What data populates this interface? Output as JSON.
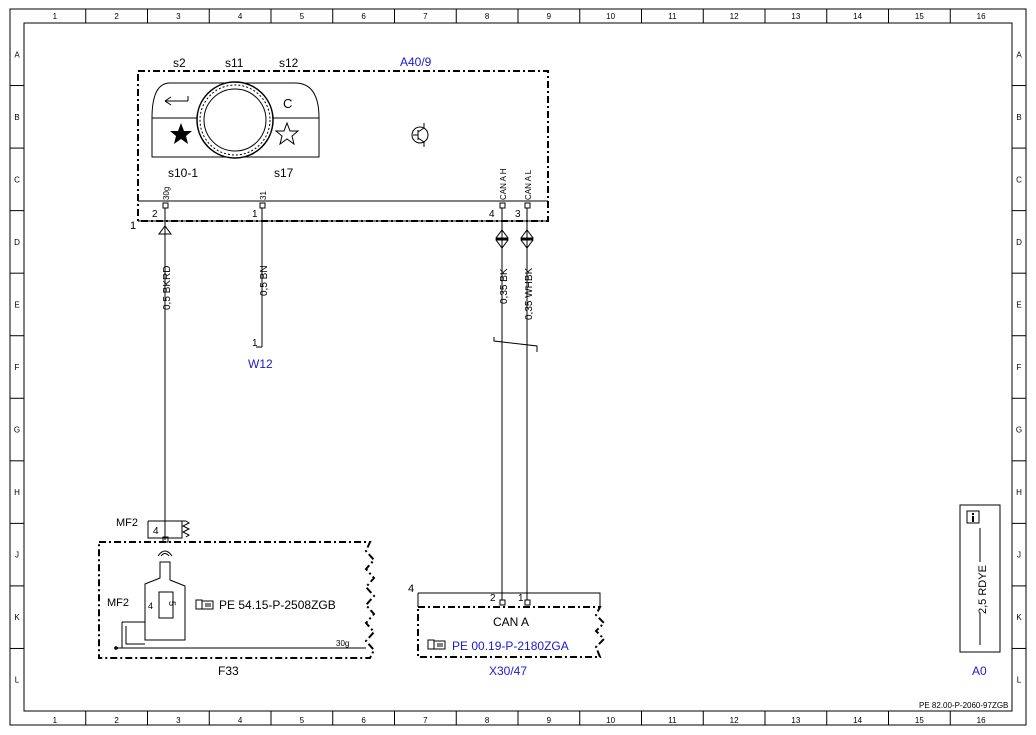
{
  "grid": {
    "columns": [
      "1",
      "2",
      "3",
      "4",
      "5",
      "6",
      "7",
      "8",
      "9",
      "10",
      "11",
      "12",
      "13",
      "14",
      "15",
      "16"
    ],
    "rows": [
      "A",
      "B",
      "C",
      "D",
      "E",
      "F",
      "G",
      "H",
      "J",
      "K",
      "L"
    ]
  },
  "control_unit": {
    "id": "A40/9",
    "switch_labels": [
      "s2",
      "s11",
      "s12",
      "s10-1",
      "s17"
    ],
    "c_label": "C",
    "connector_label": "1",
    "pins": [
      {
        "num": "2",
        "signal": "30g"
      },
      {
        "num": "1",
        "signal": "31"
      },
      {
        "num": "4",
        "signal": "CAN A H"
      },
      {
        "num": "3",
        "signal": "CAN A L"
      }
    ]
  },
  "wires": [
    {
      "label": "0,5 BKRD"
    },
    {
      "label": "0,5 BN"
    },
    {
      "label": "0,35 BK"
    },
    {
      "label": "0,35 WHBK"
    }
  ],
  "ground": {
    "pin": "1",
    "id": "W12"
  },
  "fuse_box": {
    "id": "F33",
    "mf_top": "MF2",
    "mf_side": "MF2",
    "pin_top": "4",
    "inner_pin": "4",
    "inner_fuse": "5",
    "ref": "PE 54.15-P-2508ZGB",
    "bus_label": "30g"
  },
  "can_connector": {
    "id": "X30/47",
    "connector_label": "4",
    "pins": [
      "2",
      "1"
    ],
    "title": "CAN A",
    "ref": "PE 00.19-P-2180ZGA"
  },
  "info_box": {
    "wire_label": "2,5 RDYE",
    "id": "A0"
  },
  "doc_number": "PE 82.00-P-2060-97ZGB"
}
